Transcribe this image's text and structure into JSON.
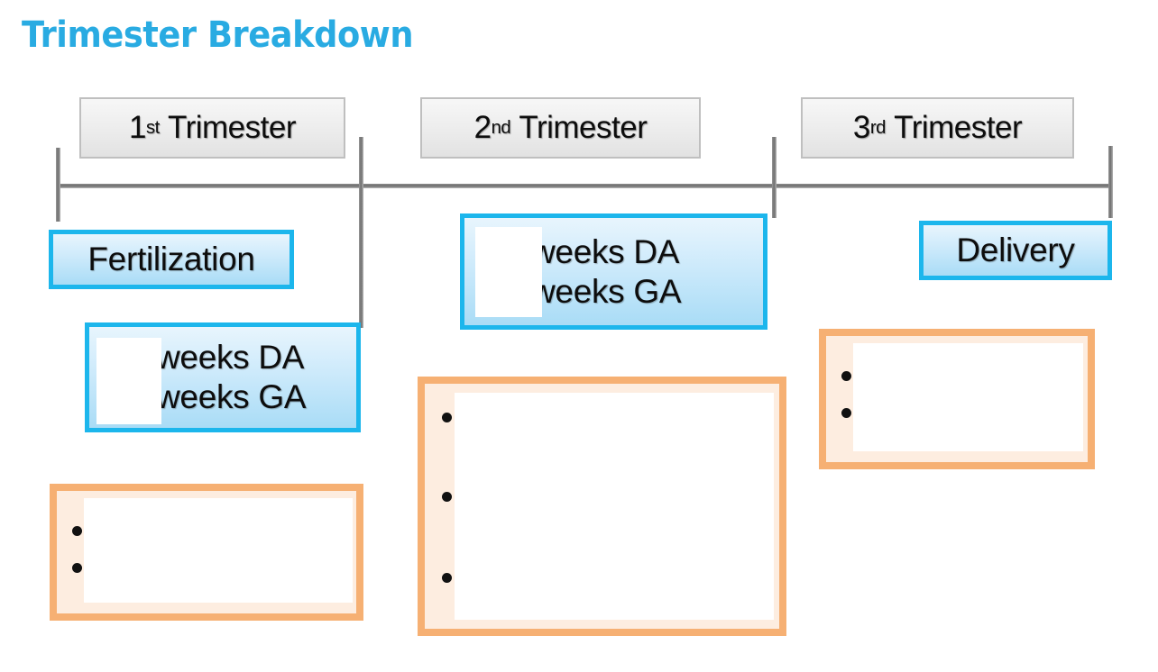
{
  "slide": {
    "title": "Trimester Breakdown",
    "title_color": "#29ABE2",
    "background_color": "#ffffff"
  },
  "timeline": {
    "axis_color": "#6e6e6e",
    "ticks": [
      {
        "name": "start",
        "label": ""
      },
      {
        "name": "t1-t2-boundary",
        "label": ""
      },
      {
        "name": "t2-t3-boundary",
        "label": ""
      },
      {
        "name": "end",
        "label": ""
      }
    ]
  },
  "trimesters": [
    {
      "ordinal": "1",
      "suffix": "st",
      "word": "Trimester"
    },
    {
      "ordinal": "2",
      "suffix": "nd",
      "word": "Trimester"
    },
    {
      "ordinal": "3",
      "suffix": "rd",
      "word": "Trimester"
    }
  ],
  "events": {
    "fertilization": {
      "label": "Fertilization",
      "accent": "#1CB6EC"
    },
    "delivery": {
      "label": "Delivery",
      "accent": "#1CB6EC"
    }
  },
  "weeks_boxes": [
    {
      "name": "weeks-trimester-1",
      "accent": "#1CB6EC",
      "lines": [
        {
          "value": "",
          "unit": "weeks DA"
        },
        {
          "value": "",
          "unit": "weeks GA"
        }
      ]
    },
    {
      "name": "weeks-trimester-2",
      "accent": "#1CB6EC",
      "lines": [
        {
          "value": "",
          "unit": "weeks DA"
        },
        {
          "value": "",
          "unit": "weeks GA"
        }
      ]
    }
  ],
  "bullet_boxes": [
    {
      "name": "bullets-trimester-1",
      "accent": "#F6B073",
      "fill": "#FDEDE0",
      "items": [
        "",
        ""
      ]
    },
    {
      "name": "bullets-trimester-2",
      "accent": "#F6B073",
      "fill": "#FDEDE0",
      "items": [
        "",
        "",
        ""
      ]
    },
    {
      "name": "bullets-trimester-3",
      "accent": "#F6B073",
      "fill": "#FDEDE0",
      "items": [
        "",
        ""
      ]
    }
  ]
}
